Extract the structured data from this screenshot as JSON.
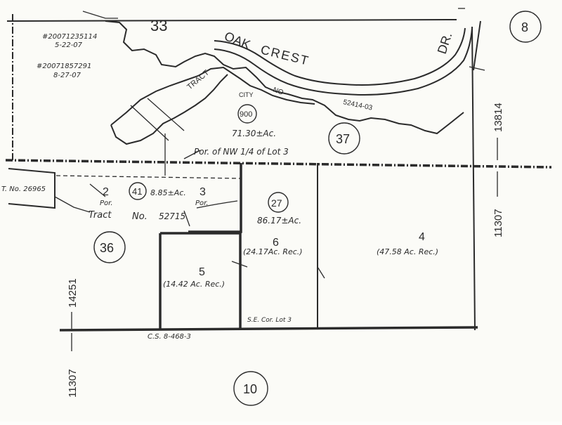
{
  "map": {
    "ink_color": "#2b2b2b",
    "paper_color": "#fbfbf7",
    "section_numbers": {
      "top": "33",
      "right_circle": "8",
      "bottom_circle": "10"
    },
    "recording_notes": {
      "line1": "#20071235114",
      "line2": "5-22-07",
      "line3": "#20071857291",
      "line4": "8-27-07"
    },
    "road": {
      "word1": "OAK",
      "word2": "CREST",
      "word3": "DR."
    },
    "tract_label": {
      "word1": "TRACT",
      "word2": "NO",
      "number": "52414-03"
    },
    "city_parcel": {
      "city": "CITY",
      "number": "900",
      "area": "71.30±Ac."
    },
    "parcel_37": {
      "number": "37",
      "description": "Por. of NW 1/4 of Lot 3"
    },
    "left_edge": {
      "tract_ref": "T. No. 26965"
    },
    "parcel_41": {
      "number": "41",
      "area": "8.85±Ac."
    },
    "lot_2": {
      "number": "2",
      "note": "Por."
    },
    "lot_3": {
      "number": "3",
      "note": "Por."
    },
    "tract_52715": {
      "label": "Tract",
      "no_label": "No.",
      "number": "52715"
    },
    "parcel_27": {
      "number": "27",
      "area": "86.17±Ac."
    },
    "lot_6": {
      "number": "6",
      "area": "(24.17Ac. Rec.)"
    },
    "lot_4": {
      "number": "4",
      "area": "(47.58 Ac. Rec.)"
    },
    "lot_5": {
      "number": "5",
      "area": "(14.42 Ac. Rec.)"
    },
    "parcel_36": {
      "number": "36"
    },
    "corner_note": "S.E. Cor. Lot 3",
    "survey_ref": "C.S. 8-468-3",
    "dimensions": {
      "right_vertical": "13814",
      "right_vertical_lower": "11307",
      "left_vertical_upper": "14251",
      "left_vertical_lower": "11307"
    }
  }
}
